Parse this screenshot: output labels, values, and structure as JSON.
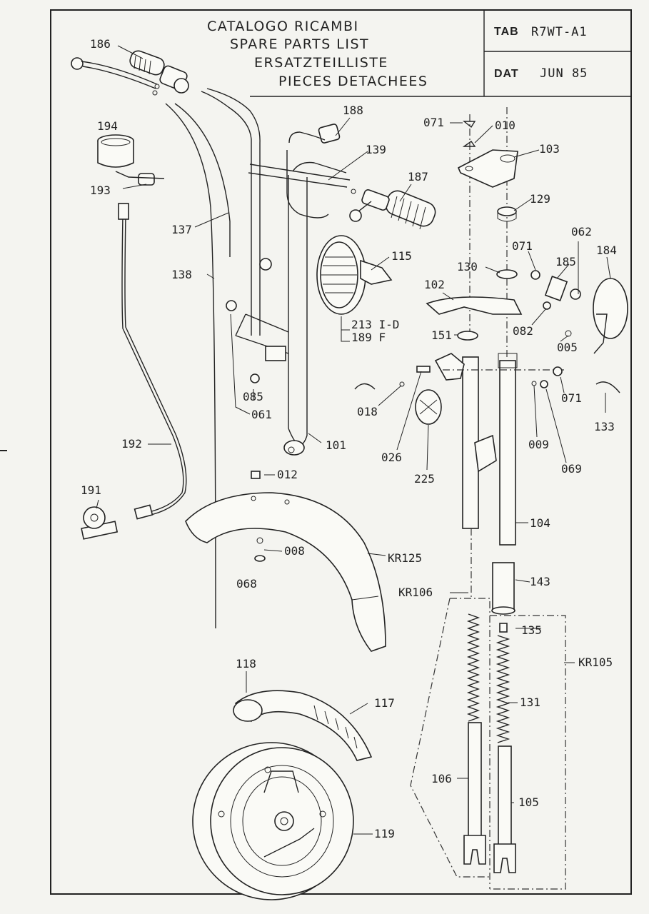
{
  "header": {
    "title_lines": [
      "CATALOGO RICAMBI",
      "SPARE PARTS LIST",
      "ERSATZTEILLISTE",
      "PIECES DETACHEES"
    ],
    "tab_label": "TAB",
    "tab_value": "R7WT-A1",
    "dat_label": "DAT",
    "dat_value": "JUN 85"
  },
  "callouts": [
    "186",
    "194",
    "193",
    "137",
    "138",
    "188",
    "139",
    "187",
    "115",
    "213 I-D",
    "189 F",
    "085",
    "061",
    "101",
    "192",
    "191",
    "012",
    "008",
    "068",
    "KR125",
    "071",
    "010",
    "103",
    "129",
    "062",
    "071",
    "184",
    "185",
    "130",
    "102",
    "082",
    "005",
    "151",
    "018",
    "026",
    "225",
    "071",
    "133",
    "009",
    "069",
    "104",
    "143",
    "KR106",
    "135",
    "KR105",
    "131",
    "106",
    "105",
    "118",
    "117",
    "119"
  ]
}
